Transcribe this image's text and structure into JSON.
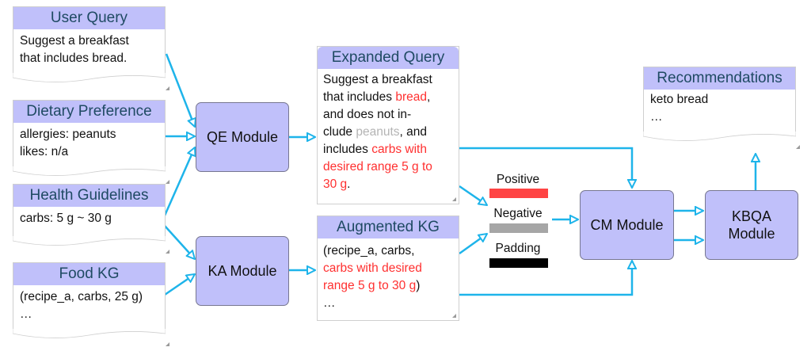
{
  "colors": {
    "header_fill": "#c0c0fa",
    "module_fill": "#c0c0fa",
    "arrow": "#1eb4ea",
    "highlight": "#ff3030",
    "muted": "#b4b4b4",
    "positive": "#ff4444",
    "negative": "#a6a6a6",
    "padding": "#000000"
  },
  "inputs": {
    "user_query": {
      "title": "User Query",
      "lines": [
        "Suggest a breakfast",
        "that includes bread."
      ]
    },
    "dietary_preference": {
      "title": "Dietary Preference",
      "lines": [
        "allergies: peanuts",
        "likes: n/a"
      ]
    },
    "health_guidelines": {
      "title": "Health Guidelines",
      "lines": [
        "carbs: 5 g ~ 30 g"
      ]
    },
    "food_kg": {
      "title": "Food KG",
      "lines": [
        "(recipe_a, carbs, 25 g)",
        "…"
      ]
    }
  },
  "modules": {
    "qe": "QE Module",
    "ka": "KA Module",
    "cm": "CM Module",
    "kbqa_line1": "KBQA",
    "kbqa_line2": "Module"
  },
  "expanded_query": {
    "title": "Expanded Query",
    "l1": "Suggest a breakfast",
    "l2a": "that includes ",
    "l2b": "bread",
    "l2c": ",",
    "l3": "and does not in-",
    "l4a": "clude ",
    "l4b": "peanuts",
    "l4c": ", and",
    "l5a": "includes ",
    "l5b": "carbs with",
    "l6": "desired range 5 g to",
    "l7a": "30 g",
    "l7b": "."
  },
  "augmented_kg": {
    "title": "Augmented KG",
    "l1": "(recipe_a, carbs,",
    "l2": "carbs with desired",
    "l3a": "range 5 g to 30 g",
    "l3b": ")",
    "l4": "…"
  },
  "legend": {
    "positive": "Positive",
    "negative": "Negative",
    "padding": "Padding"
  },
  "recommendations": {
    "title": "Recommendations",
    "lines": [
      "keto bread",
      "…"
    ]
  }
}
